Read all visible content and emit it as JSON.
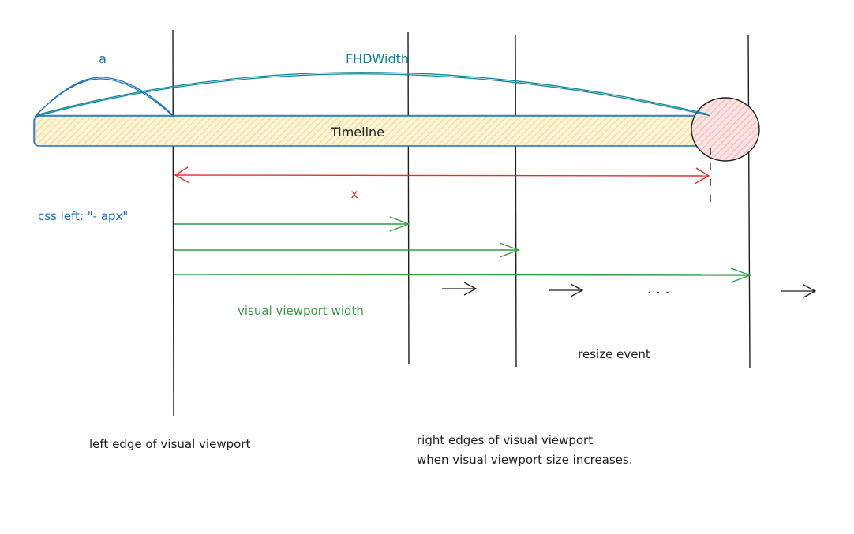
{
  "labels": {
    "a": "a",
    "fhd_width": "FHDWidth",
    "timeline": "Timeline",
    "x": "x",
    "css_left": "css left: \"- apx\"",
    "visual_viewport_width": "visual viewport width",
    "ellipsis": ". . .",
    "resize_event": "resize event",
    "left_edge": "left edge of visual viewport",
    "right_edges_line1": "right edges of visual viewport",
    "right_edges_line2": "when visual viewport size increases."
  },
  "colors": {
    "blue": "#1971c2",
    "teal": "#0c8599",
    "red": "#e03131",
    "green": "#2f9e44",
    "timeline_fill": "#f8eec2",
    "circle_fill": "#f6d3d3",
    "stroke": "#1e1e1e"
  }
}
